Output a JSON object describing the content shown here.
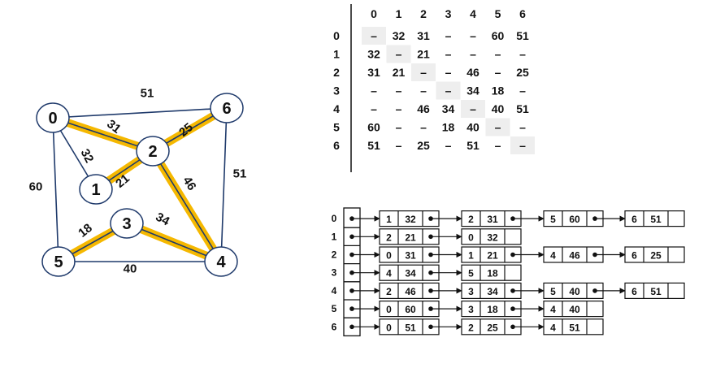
{
  "graph": {
    "nodes": [
      {
        "id": "0",
        "label": "0"
      },
      {
        "id": "1",
        "label": "1"
      },
      {
        "id": "2",
        "label": "2"
      },
      {
        "id": "3",
        "label": "3"
      },
      {
        "id": "4",
        "label": "4"
      },
      {
        "id": "5",
        "label": "5"
      },
      {
        "id": "6",
        "label": "6"
      }
    ],
    "edges": [
      {
        "from": "0",
        "to": "6",
        "weight": "51",
        "highlighted": false
      },
      {
        "from": "0",
        "to": "2",
        "weight": "31",
        "highlighted": true
      },
      {
        "from": "0",
        "to": "1",
        "weight": "32",
        "highlighted": false
      },
      {
        "from": "0",
        "to": "5",
        "weight": "60",
        "highlighted": false
      },
      {
        "from": "1",
        "to": "2",
        "weight": "21",
        "highlighted": true
      },
      {
        "from": "2",
        "to": "6",
        "weight": "25",
        "highlighted": true
      },
      {
        "from": "2",
        "to": "4",
        "weight": "46",
        "highlighted": true
      },
      {
        "from": "6",
        "to": "4",
        "weight": "51",
        "highlighted": false
      },
      {
        "from": "5",
        "to": "3",
        "weight": "18",
        "highlighted": true
      },
      {
        "from": "3",
        "to": "4",
        "weight": "34",
        "highlighted": true
      },
      {
        "from": "5",
        "to": "4",
        "weight": "40",
        "highlighted": false
      }
    ],
    "colors": {
      "edge": "#1f3a6b",
      "highlight": "#f5b800",
      "node_stroke": "#1f3a6b"
    }
  },
  "matrix": {
    "headers": [
      "0",
      "1",
      "2",
      "3",
      "4",
      "5",
      "6"
    ],
    "row_labels": [
      "0",
      "1",
      "2",
      "3",
      "4",
      "5",
      "6"
    ],
    "rows": [
      [
        "–",
        "32",
        "31",
        "–",
        "–",
        "60",
        "51"
      ],
      [
        "32",
        "–",
        "21",
        "–",
        "–",
        "–",
        "–"
      ],
      [
        "31",
        "21",
        "–",
        "–",
        "46",
        "–",
        "25"
      ],
      [
        "–",
        "–",
        "–",
        "–",
        "34",
        "18",
        "–"
      ],
      [
        "–",
        "–",
        "46",
        "34",
        "–",
        "40",
        "51"
      ],
      [
        "60",
        "–",
        "–",
        "18",
        "40",
        "–",
        "–"
      ],
      [
        "51",
        "–",
        "25",
        "–",
        "51",
        "–",
        "–"
      ]
    ],
    "diagonal_color": "#eeeeee"
  },
  "adjacency_list": {
    "row_labels": [
      "0",
      "1",
      "2",
      "3",
      "4",
      "5",
      "6"
    ],
    "lists": [
      [
        [
          "1",
          "32"
        ],
        [
          "2",
          "31"
        ],
        [
          "5",
          "60"
        ],
        [
          "6",
          "51"
        ]
      ],
      [
        [
          "2",
          "21"
        ],
        [
          "0",
          "32"
        ]
      ],
      [
        [
          "0",
          "31"
        ],
        [
          "1",
          "21"
        ],
        [
          "4",
          "46"
        ],
        [
          "6",
          "25"
        ]
      ],
      [
        [
          "4",
          "34"
        ],
        [
          "5",
          "18"
        ]
      ],
      [
        [
          "2",
          "46"
        ],
        [
          "3",
          "34"
        ],
        [
          "5",
          "40"
        ],
        [
          "6",
          "51"
        ]
      ],
      [
        [
          "0",
          "60"
        ],
        [
          "3",
          "18"
        ],
        [
          "4",
          "40"
        ]
      ],
      [
        [
          "0",
          "51"
        ],
        [
          "2",
          "25"
        ],
        [
          "4",
          "51"
        ]
      ]
    ]
  }
}
